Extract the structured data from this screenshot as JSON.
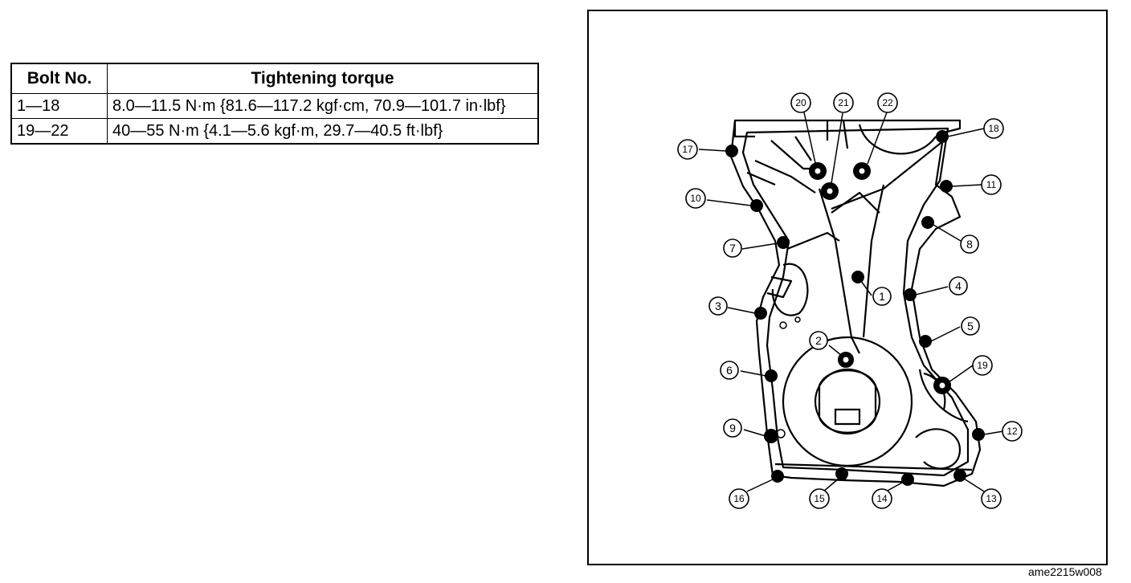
{
  "table": {
    "headers": {
      "bolt_no": "Bolt No.",
      "torque": "Tightening torque"
    },
    "rows": [
      {
        "bolts": "1—18",
        "torque": "8.0—11.5 N·m {81.6—117.2 kgf·cm, 70.9—101.7 in·lbf}"
      },
      {
        "bolts": "19—22",
        "torque": "40—55 N·m {4.1—5.6 kgf·m, 29.7—40.5 ft·lbf}"
      }
    ]
  },
  "figure": {
    "bolt_labels": [
      "1",
      "2",
      "3",
      "4",
      "5",
      "6",
      "7",
      "8",
      "9",
      "10",
      "11",
      "12",
      "13",
      "14",
      "15",
      "16",
      "17",
      "18",
      "19",
      "20",
      "21",
      "22"
    ],
    "figure_code": "ame2215w008"
  }
}
